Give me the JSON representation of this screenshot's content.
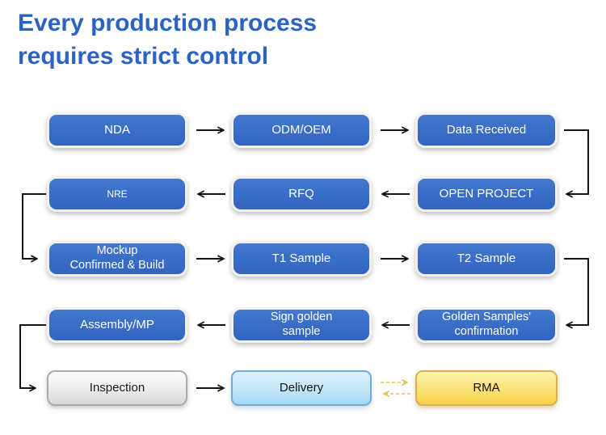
{
  "title": {
    "line1": "Every production process",
    "line2": "requires strict control"
  },
  "boxes": {
    "nda": {
      "label": "NDA"
    },
    "odm_oem": {
      "label": "ODM/OEM"
    },
    "data_received": {
      "label": "Data Received"
    },
    "nre": {
      "label": "NRE"
    },
    "rfq": {
      "label": "RFQ"
    },
    "open_project": {
      "label": "OPEN PROJECT"
    },
    "mockup_confirmed_build": {
      "label": "Mockup\nConfirmed & Build"
    },
    "t1_sample": {
      "label": "T1 Sample"
    },
    "t2_sample": {
      "label": "T2 Sample"
    },
    "assembly_mp": {
      "label": "Assembly/MP"
    },
    "sign_golden_sample": {
      "label": "Sign golden\nsample"
    },
    "golden_samples_confirmation": {
      "label": "Golden Samples'\nconfirmation"
    },
    "inspection": {
      "label": "Inspection"
    },
    "delivery": {
      "label": "Delivery"
    },
    "rma": {
      "label": "RMA"
    }
  },
  "colors": {
    "title_text": "#2b63c4",
    "process_box_blue": "#3a6fc8",
    "process_box_text": "#ffffff",
    "inspection_box": "#e6e6e6",
    "delivery_box": "#b9e2f9",
    "delivery_border": "#6fabdb",
    "rma_box": "#fbdd66",
    "rma_border": "#ddae49",
    "solid_arrow": "#141414",
    "dashed_arrow": "#e9bd4e"
  }
}
